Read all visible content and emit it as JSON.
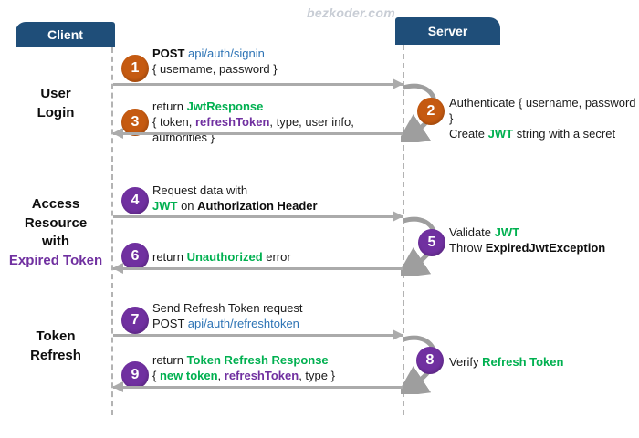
{
  "watermark": "bezkoder.com",
  "actors": {
    "client": "Client",
    "server": "Server"
  },
  "colors": {
    "header": "#1F4E79",
    "orange_badge": "#C55A11",
    "purple_badge": "#7030A0",
    "green_text": "#00B050",
    "purple_text": "#7030A0",
    "link_blue": "#2E74B5",
    "arrow_gray": "#ABABAB"
  },
  "phases": [
    {
      "lines": [
        "User",
        "Login"
      ]
    },
    {
      "lines": [
        "Access",
        "Resource",
        "with",
        "Expired Token"
      ]
    },
    {
      "lines": [
        "Token",
        "Refresh"
      ]
    }
  ],
  "messages": [
    {
      "num": "1",
      "lines": [
        [
          {
            "t": "POST ",
            "s": "bold"
          },
          {
            "t": "api/auth/signin",
            "s": "blue"
          }
        ],
        [
          {
            "t": "{ username, password }",
            "s": "plain"
          }
        ]
      ]
    },
    {
      "num": "3",
      "lines": [
        [
          {
            "t": "return ",
            "s": "plain"
          },
          {
            "t": "JwtResponse",
            "s": "green"
          }
        ],
        [
          {
            "t": "{ token, ",
            "s": "plain"
          },
          {
            "t": "refreshToken",
            "s": "purple"
          },
          {
            "t": ", type, user info, authorities }",
            "s": "plain"
          }
        ]
      ]
    },
    {
      "num": "4",
      "lines": [
        [
          {
            "t": "Request data with",
            "s": "plain"
          }
        ],
        [
          {
            "t": "JWT",
            "s": "green"
          },
          {
            "t": " on ",
            "s": "plain"
          },
          {
            "t": "Authorization Header",
            "s": "bold"
          }
        ]
      ]
    },
    {
      "num": "6",
      "lines": [
        [
          {
            "t": "return ",
            "s": "plain"
          },
          {
            "t": "Unauthorized",
            "s": "green"
          },
          {
            "t": " error",
            "s": "plain"
          }
        ]
      ]
    },
    {
      "num": "7",
      "lines": [
        [
          {
            "t": "Send Refresh Token request",
            "s": "plain"
          }
        ],
        [
          {
            "t": "POST ",
            "s": "plain"
          },
          {
            "t": "api/auth/refreshtoken",
            "s": "blue"
          }
        ]
      ]
    },
    {
      "num": "9",
      "lines": [
        [
          {
            "t": "return ",
            "s": "plain"
          },
          {
            "t": "Token Refresh Response",
            "s": "green"
          }
        ],
        [
          {
            "t": "{ ",
            "s": "plain"
          },
          {
            "t": "new token",
            "s": "green"
          },
          {
            "t": ", ",
            "s": "plain"
          },
          {
            "t": "refreshToken",
            "s": "purple"
          },
          {
            "t": ", type }",
            "s": "plain"
          }
        ]
      ]
    }
  ],
  "server_actions": [
    {
      "num": "2",
      "lines": [
        [
          {
            "t": "Authenticate { username, password }",
            "s": "plain"
          }
        ],
        [
          {
            "t": "Create ",
            "s": "plain"
          },
          {
            "t": "JWT",
            "s": "green"
          },
          {
            "t": " string with a secret",
            "s": "plain"
          }
        ]
      ]
    },
    {
      "num": "5",
      "lines": [
        [
          {
            "t": "Validate ",
            "s": "plain"
          },
          {
            "t": "JWT",
            "s": "green"
          }
        ],
        [
          {
            "t": "Throw ",
            "s": "plain"
          },
          {
            "t": "ExpiredJwtException",
            "s": "bold"
          }
        ]
      ]
    },
    {
      "num": "8",
      "lines": [
        [
          {
            "t": "Verify ",
            "s": "plain"
          },
          {
            "t": "Refresh Token",
            "s": "green"
          }
        ]
      ]
    }
  ]
}
